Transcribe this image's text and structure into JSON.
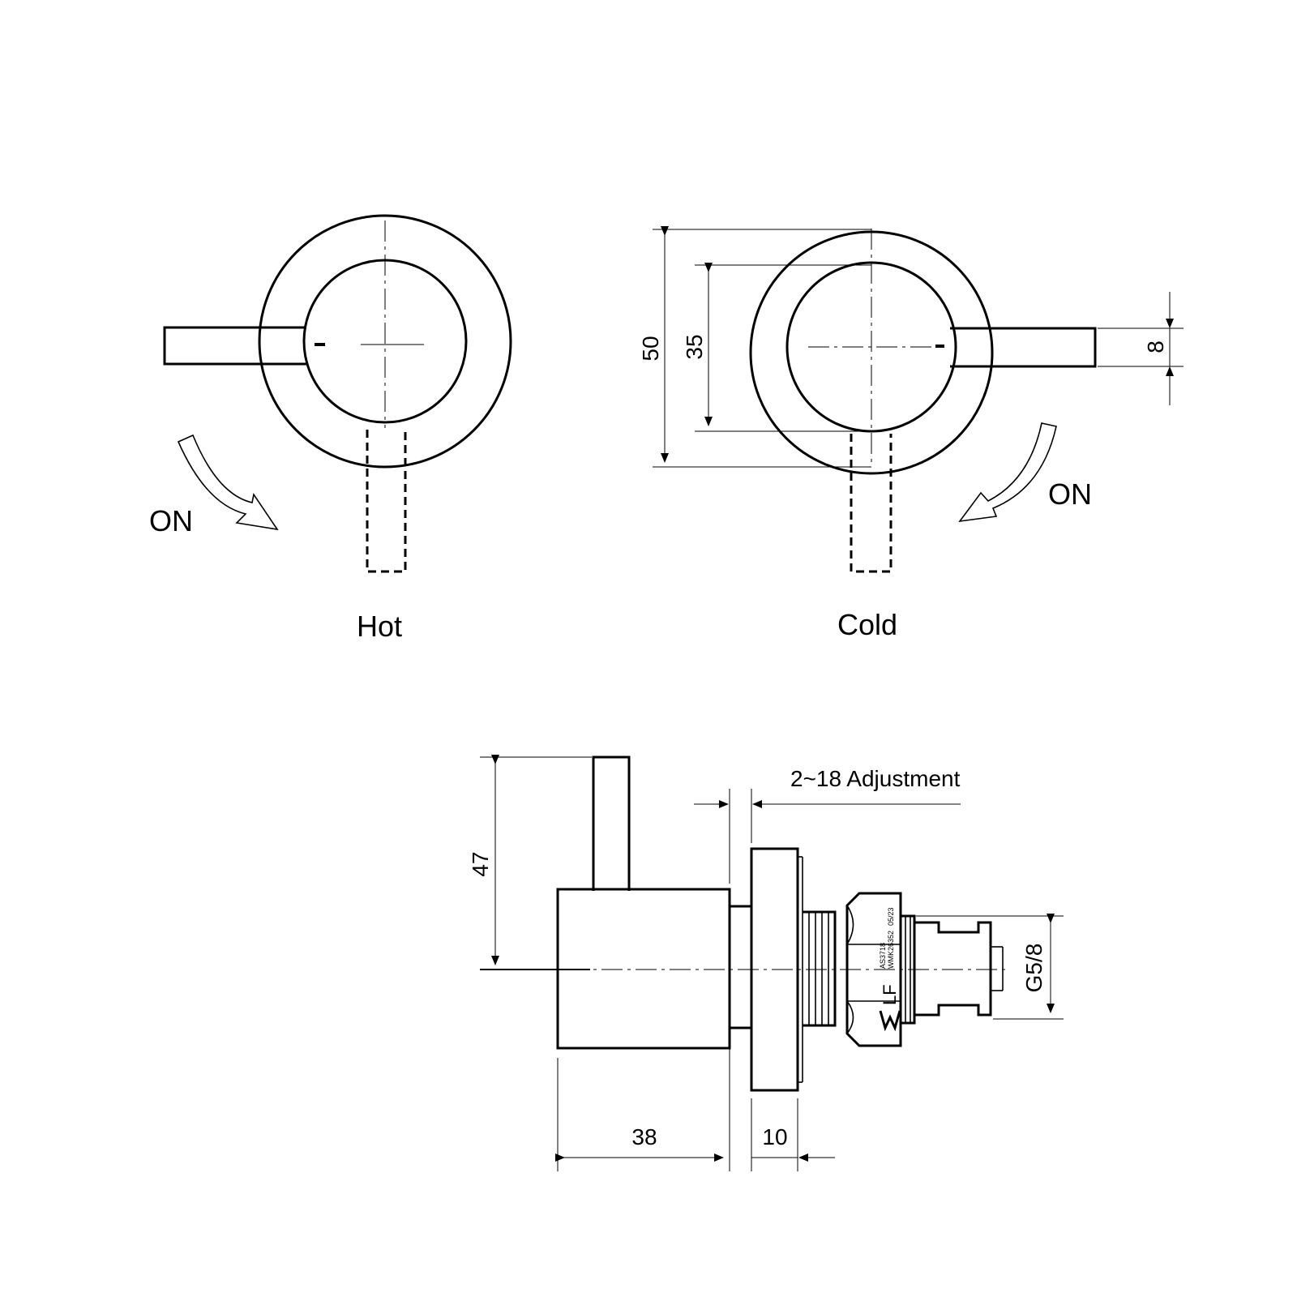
{
  "views": {
    "hot": {
      "label": "Hot",
      "rotation": "ON"
    },
    "cold": {
      "label": "Cold",
      "rotation": "ON"
    }
  },
  "dimensions": {
    "outer_diameter": "50",
    "inner_diameter": "35",
    "lever_width": "8",
    "lever_height": "47",
    "body_length": "38",
    "flange_thickness": "10",
    "adjustment": "2~18 Adjustment",
    "thread": "G5/8"
  },
  "cartridge_markings": {
    "standard": "AS3718",
    "certificate": "WMK26352",
    "date": "05/23",
    "lf": "LF"
  },
  "colors": {
    "line": "#000000",
    "background": "#ffffff"
  }
}
